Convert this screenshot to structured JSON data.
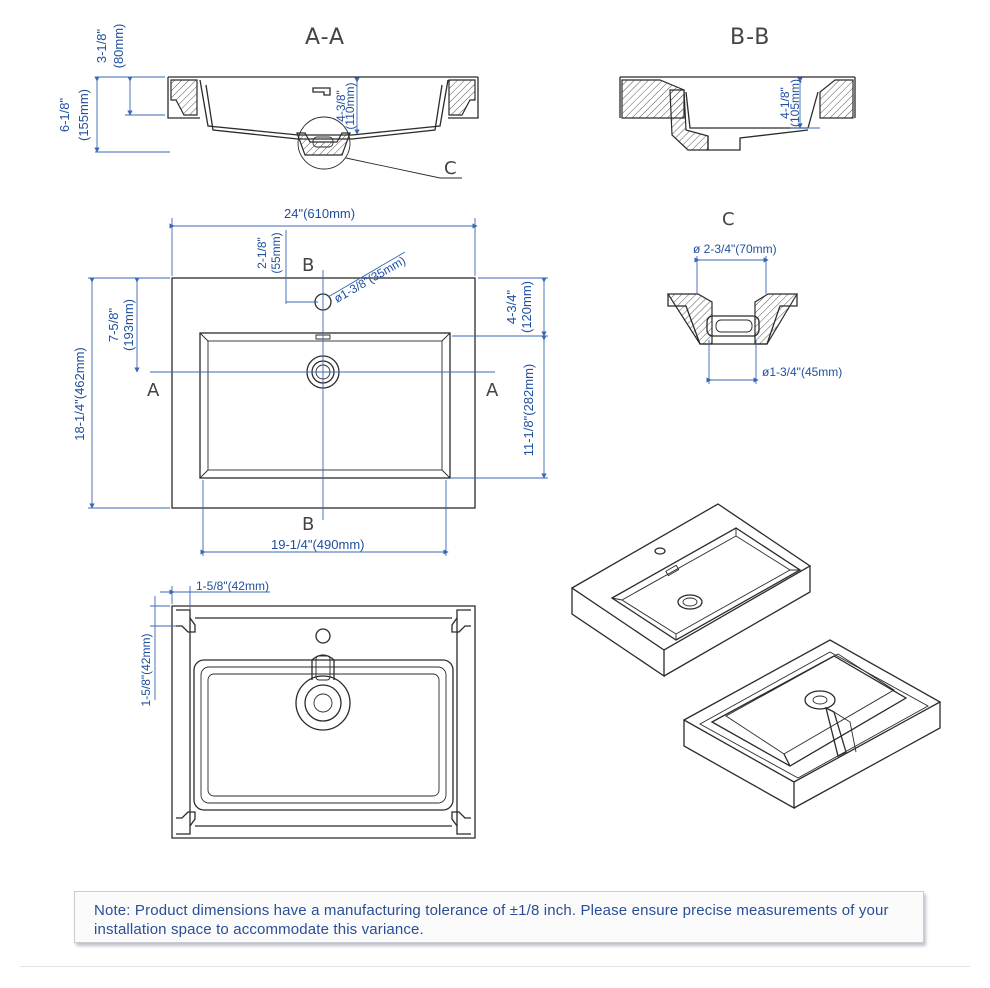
{
  "views": {
    "section_aa": {
      "title": "A-A",
      "dim_total": "6-1/8\"",
      "dim_total_mm": "(155mm)",
      "dim_top": "3-1/8\"",
      "dim_top_mm": "(80mm)",
      "dim_inner": "4-3/8\"",
      "dim_inner_mm": "(110mm)",
      "detail_callout": "C"
    },
    "section_bb": {
      "title": "B-B",
      "dim_depth": "4-1/8\"",
      "dim_depth_mm": "(105mm)"
    },
    "detail_c": {
      "title": "C",
      "dim_top": "ø 2-3/4\"(70mm)",
      "dim_bottom": "ø1-3/4\"(45mm)"
    },
    "top_view": {
      "width": "24\"(610mm)",
      "height_total": "18-1/4\"(462mm)",
      "hole_offset": "2-1/8\"",
      "hole_offset_mm": "(55mm)",
      "hole_dia": "ø1-3/8\"(35mm)",
      "edge_to_drain": "7-5/8\"",
      "edge_to_drain_mm": "(193mm)",
      "back_to_bowl": "4-3/4\"",
      "back_to_bowl_mm": "(120mm)",
      "bowl_depth": "11-1/8\"(282mm)",
      "bowl_width": "19-1/4\"(490mm)",
      "section_a_left": "A",
      "section_a_right": "A",
      "section_b_top": "B",
      "section_b_bottom": "B"
    },
    "bottom_view": {
      "corner_x": "1-5/8\"(42mm)",
      "corner_y": "1-5/8\"(42mm)"
    }
  },
  "note": "Note: Product dimensions have a manufacturing tolerance of ±1/8 inch. Please ensure precise measurements of your installation space to accommodate this variance."
}
